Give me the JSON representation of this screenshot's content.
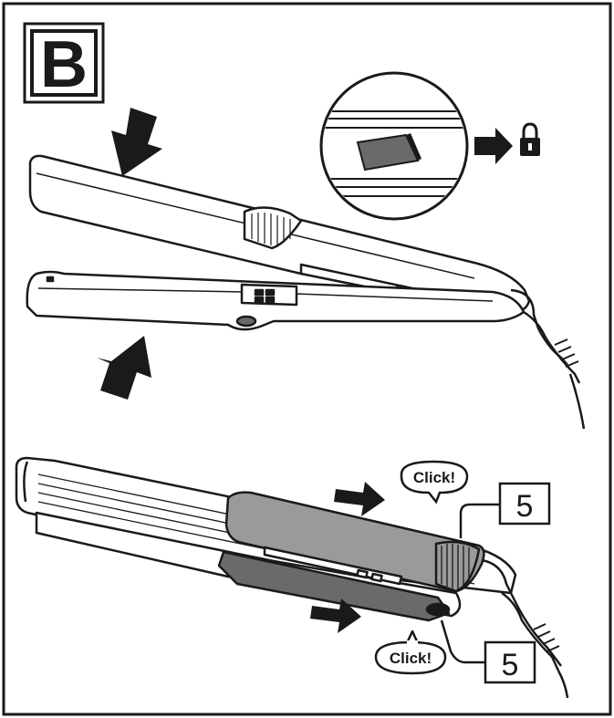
{
  "panel": {
    "label": "B"
  },
  "callouts": {
    "click_upper": "Click!",
    "click_lower": "Click!",
    "part_number_upper": "5",
    "part_number_lower": "5"
  },
  "icons": {
    "lock": "lock-icon",
    "arrow": "arrow-icon"
  },
  "colors": {
    "line": "#1a1a1a",
    "fill_light": "#ffffff",
    "fill_grey": "#9a9a9a",
    "fill_dark_grey": "#6a6a6a"
  }
}
